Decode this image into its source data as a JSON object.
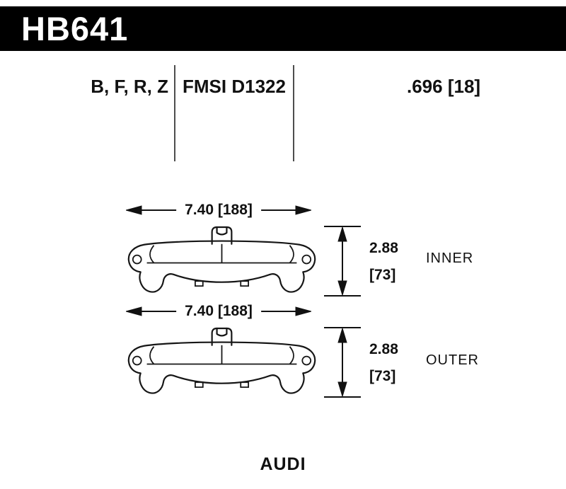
{
  "colors": {
    "header_bg": "#000000",
    "header_fg": "#ffffff",
    "line_color": "#161616"
  },
  "header": {
    "part_number": "HB641"
  },
  "spec_row": {
    "compounds": "B, F, R, Z",
    "fmsi": "FMSI D1322",
    "thickness": ".696 [18]"
  },
  "pads": [
    {
      "width_dim": "7.40 [188]",
      "height_in": "2.88",
      "height_mm": "[73]",
      "position_label": "INNER"
    },
    {
      "width_dim": "7.40 [188]",
      "height_in": "2.88",
      "height_mm": "[73]",
      "position_label": "OUTER"
    }
  ],
  "vehicle_label": "AUDI"
}
